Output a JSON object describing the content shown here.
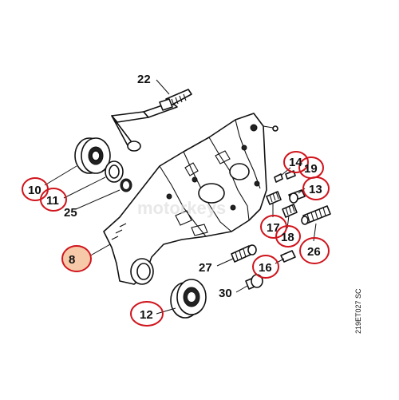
{
  "diagram": {
    "drawing_code": "219ET027 SC",
    "watermark": "motorkeys",
    "callouts": [
      {
        "id": "22",
        "label": "22",
        "circled": false
      },
      {
        "id": "10",
        "label": "10",
        "circled": true
      },
      {
        "id": "11",
        "label": "11",
        "circled": true
      },
      {
        "id": "25",
        "label": "25",
        "circled": false
      },
      {
        "id": "8",
        "label": "8",
        "circled": true,
        "highlighted": true
      },
      {
        "id": "14",
        "label": "14",
        "circled": true
      },
      {
        "id": "19",
        "label": "19",
        "circled": true
      },
      {
        "id": "13",
        "label": "13",
        "circled": true
      },
      {
        "id": "17",
        "label": "17",
        "circled": true
      },
      {
        "id": "18",
        "label": "18",
        "circled": true
      },
      {
        "id": "26",
        "label": "26",
        "circled": true
      },
      {
        "id": "27",
        "label": "27",
        "circled": false
      },
      {
        "id": "16",
        "label": "16",
        "circled": true
      },
      {
        "id": "30",
        "label": "30",
        "circled": false
      },
      {
        "id": "12",
        "label": "12",
        "circled": true
      }
    ],
    "colors": {
      "circle": "#d0141c",
      "highlight": "#f6c9a8",
      "ink": "#111111"
    }
  }
}
